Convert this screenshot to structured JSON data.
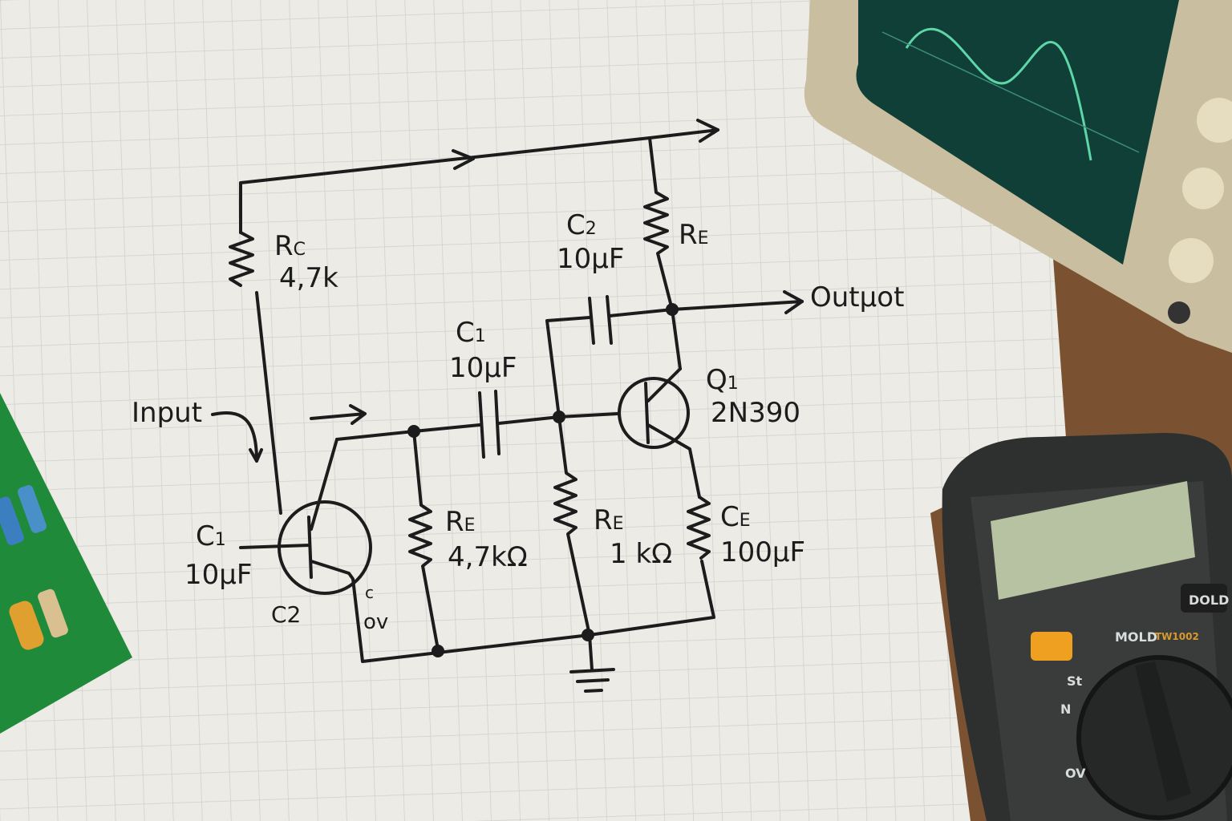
{
  "schematic": {
    "input_label": "Input",
    "output_label": "Outμot",
    "rc": {
      "name": "R",
      "sub": "C",
      "value": "4,7k"
    },
    "c2_top": {
      "name": "C",
      "sub": "2",
      "value": "10µF"
    },
    "re_top": {
      "name": "R",
      "sub": "E"
    },
    "c1_mid": {
      "name": "C",
      "sub": "1",
      "value": "10µF"
    },
    "q1": {
      "name": "Q",
      "sub": "1",
      "value": "2N390"
    },
    "c1_left": {
      "name": "C",
      "sub": "1",
      "value": "10µF"
    },
    "c2_left": "C2",
    "ov_label": "ov",
    "ov_mark": "c",
    "re_left": {
      "name": "R",
      "sub": "E",
      "value": "4,7kΩ"
    },
    "re_mid": {
      "name": "R",
      "sub": "E",
      "value": "1 kΩ"
    },
    "ce": {
      "name": "C",
      "sub": "E",
      "value": "100µF"
    }
  },
  "multimeter": {
    "button_label": "DOLD",
    "dial_labels": [
      "MOLD",
      "TW1002",
      "St",
      "N",
      "OV"
    ]
  },
  "colors": {
    "paper": "#ecebe6",
    "grid": "#cfd0cc",
    "ink": "#1c1c1c",
    "pcb": "#1f8a3a",
    "scope_screen": "#103f38",
    "trace": "#5fd6a8",
    "meter": "#3a3c3c",
    "lcd": "#b7c2a2",
    "accent": "#f0a020"
  }
}
